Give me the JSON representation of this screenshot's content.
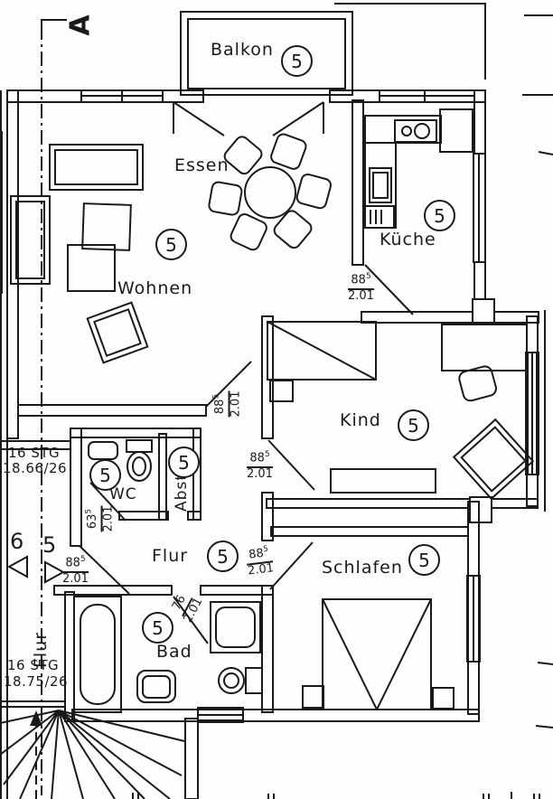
{
  "drawing": {
    "type": "apartment floor plan",
    "section_marker": "A"
  },
  "rooms": {
    "balkon": {
      "label": "Balkon",
      "unit": "5"
    },
    "essen": {
      "label": "Essen"
    },
    "wohnen": {
      "label": "Wohnen",
      "unit": "5"
    },
    "kueche": {
      "label": "Küche",
      "unit": "5"
    },
    "kind": {
      "label": "Kind",
      "unit": "5"
    },
    "wc": {
      "label": "WC",
      "unit": "5"
    },
    "abst": {
      "label": "Abst",
      "unit": "5"
    },
    "flur": {
      "label": "Flur",
      "unit": "5"
    },
    "bad": {
      "label": "Bad",
      "unit": "5"
    },
    "schlafen": {
      "label": "Schlafen",
      "unit": "5"
    }
  },
  "stairwell": {
    "corridor_label": "Flur",
    "upper_flight": {
      "steps": "16 STG",
      "rise_run": "18.66/26"
    },
    "lower_flight": {
      "steps": "16 STG",
      "rise_run": "18.75/26"
    },
    "marker_left": "6",
    "marker_right": "5"
  },
  "door_dimensions": {
    "kueche": {
      "w": "88",
      "sup": "5",
      "h": "2.01"
    },
    "wohnen": {
      "w": "88",
      "sup": "5",
      "h": "2.01"
    },
    "kind": {
      "w": "88",
      "sup": "5",
      "h": "2.01"
    },
    "schlafen": {
      "w": "88",
      "sup": "5",
      "h": "2.01"
    },
    "entrance": {
      "w": "88",
      "sup": "5",
      "h": "2.01"
    },
    "wc": {
      "w": "63",
      "sup": "5",
      "h": "2.01"
    },
    "bad": {
      "w": "76",
      "sup": "",
      "h": "2.01"
    }
  },
  "colors": {
    "ink": "#1a1a1a",
    "paper": "#fefefe"
  }
}
